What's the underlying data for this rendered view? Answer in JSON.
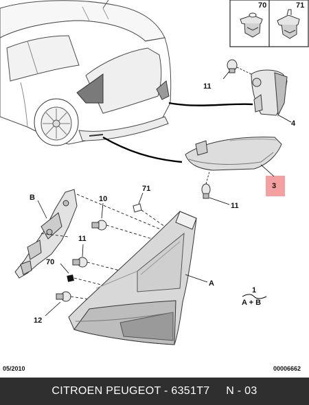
{
  "diagram": {
    "inset": {
      "left_ref": "70",
      "right_ref": "71"
    },
    "labels": {
      "p11_upper": "11",
      "p4": "4",
      "p3": "3",
      "p11_lower_right": "11",
      "pB": "B",
      "p10": "10",
      "p71": "71",
      "p11_left": "11",
      "p70": "70",
      "p12": "12",
      "pA": "A"
    },
    "legend": {
      "top": "1",
      "bottom": "A + B"
    },
    "date": "05/2010",
    "doc_number": "00006662"
  },
  "footer": {
    "text": "CITROEN PEUGEOT - 6351T7     N - 03"
  },
  "colors": {
    "highlight": "#f4a0a0",
    "footer_bg": "#2f2f2f"
  }
}
